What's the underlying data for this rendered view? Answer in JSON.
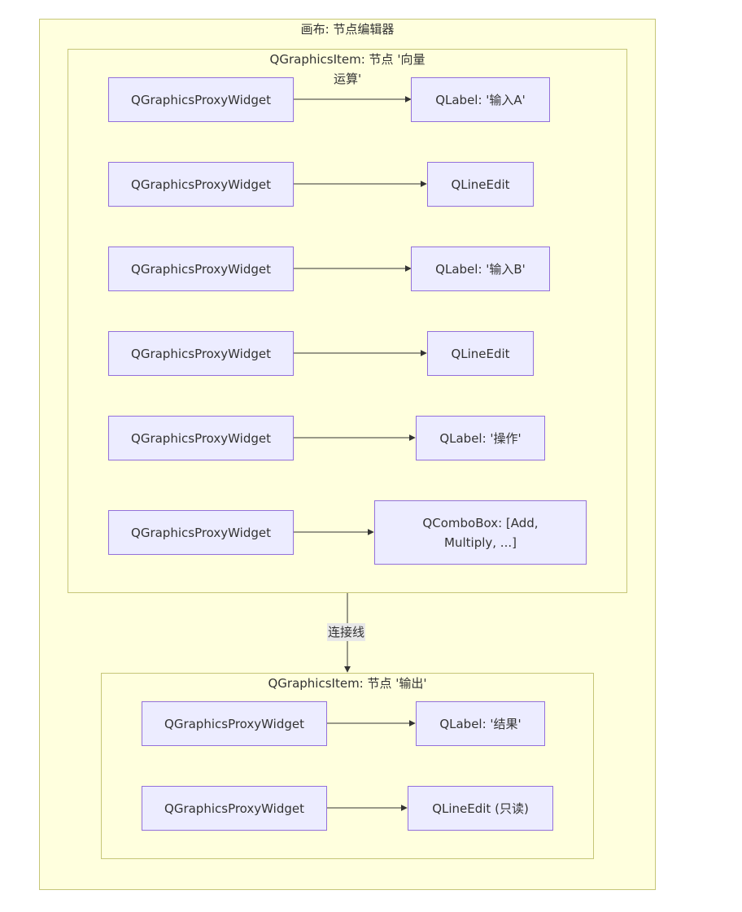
{
  "canvas": {
    "title": "画布: 节点编辑器"
  },
  "node_vector": {
    "title_line1": "QGraphicsItem: 节点 '向量",
    "title_line2": "运算'",
    "rows": [
      {
        "proxy": "QGraphicsProxyWidget",
        "widget": "QLabel: '输入A'"
      },
      {
        "proxy": "QGraphicsProxyWidget",
        "widget": "QLineEdit"
      },
      {
        "proxy": "QGraphicsProxyWidget",
        "widget": "QLabel: '输入B'"
      },
      {
        "proxy": "QGraphicsProxyWidget",
        "widget": "QLineEdit"
      },
      {
        "proxy": "QGraphicsProxyWidget",
        "widget": "QLabel: '操作'"
      },
      {
        "proxy": "QGraphicsProxyWidget",
        "widget_line1": "QComboBox: [Add,",
        "widget_line2": "Multiply, ...]"
      }
    ]
  },
  "connection": {
    "label": "连接线"
  },
  "node_output": {
    "title": "QGraphicsItem: 节点 '输出'",
    "rows": [
      {
        "proxy": "QGraphicsProxyWidget",
        "widget": "QLabel: '结果'"
      },
      {
        "proxy": "QGraphicsProxyWidget",
        "widget": "QLineEdit (只读)"
      }
    ]
  },
  "colors": {
    "cluster_fill": "#ffffde",
    "cluster_border": "#c6c678",
    "node_fill": "#ececff",
    "node_border": "#9370db",
    "edge": "#333333",
    "edge_label_bg": "#e8e8e8"
  }
}
